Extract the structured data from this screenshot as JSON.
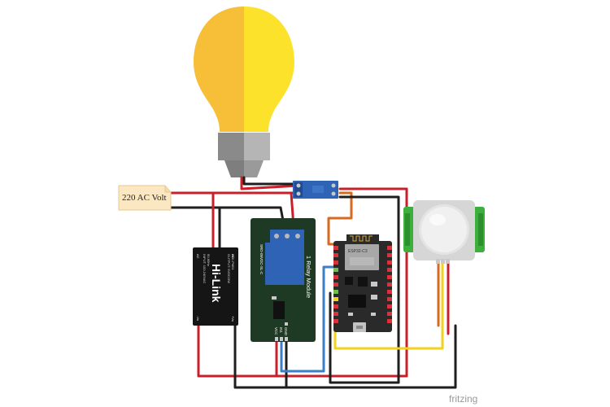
{
  "colors": {
    "bulb_left": "#F7BE38",
    "bulb_right": "#FCE22A",
    "base_dark": "#8A8A8A",
    "base_light": "#B5B5B5",
    "wire_red": "#C8202A",
    "wire_black": "#1E1E1E",
    "wire_blue": "#3B7FC4",
    "wire_yellow": "#F2D21E",
    "wire_orange": "#D86A1E",
    "pcb_green": "#1F3A24",
    "relay_blue": "#2E63B6",
    "tag_fill": "#FBE7C2",
    "mcu_black": "#2A2A2A",
    "pin_red": "#D8323A",
    "pir_green": "#3DAF3D"
  },
  "labels": {
    "ac_source": "220 AC Volt",
    "relay_module": "1 Relay Module",
    "relay_part": "SRD-05VDC-SL-C",
    "relay_pin_vcc": "VCC",
    "relay_pin_in1": "IN1",
    "relay_pin_gnd": "GND",
    "hilink_brand": "Hi-Link",
    "hilink_ac_left": "AC",
    "hilink_ac_right": "AC",
    "hilink_line1": "INPUT: 100-240VAC",
    "hilink_line2": "50-60Hz",
    "hilink_line3": "OUTPUT: 5VDC/3W",
    "hilink_line4": "HLK-PM01",
    "hilink_vout_pos": "+Vo",
    "hilink_vout_neg": "-Vo",
    "mcu_chip": "ESP32-C3",
    "credit": "fritzing"
  }
}
